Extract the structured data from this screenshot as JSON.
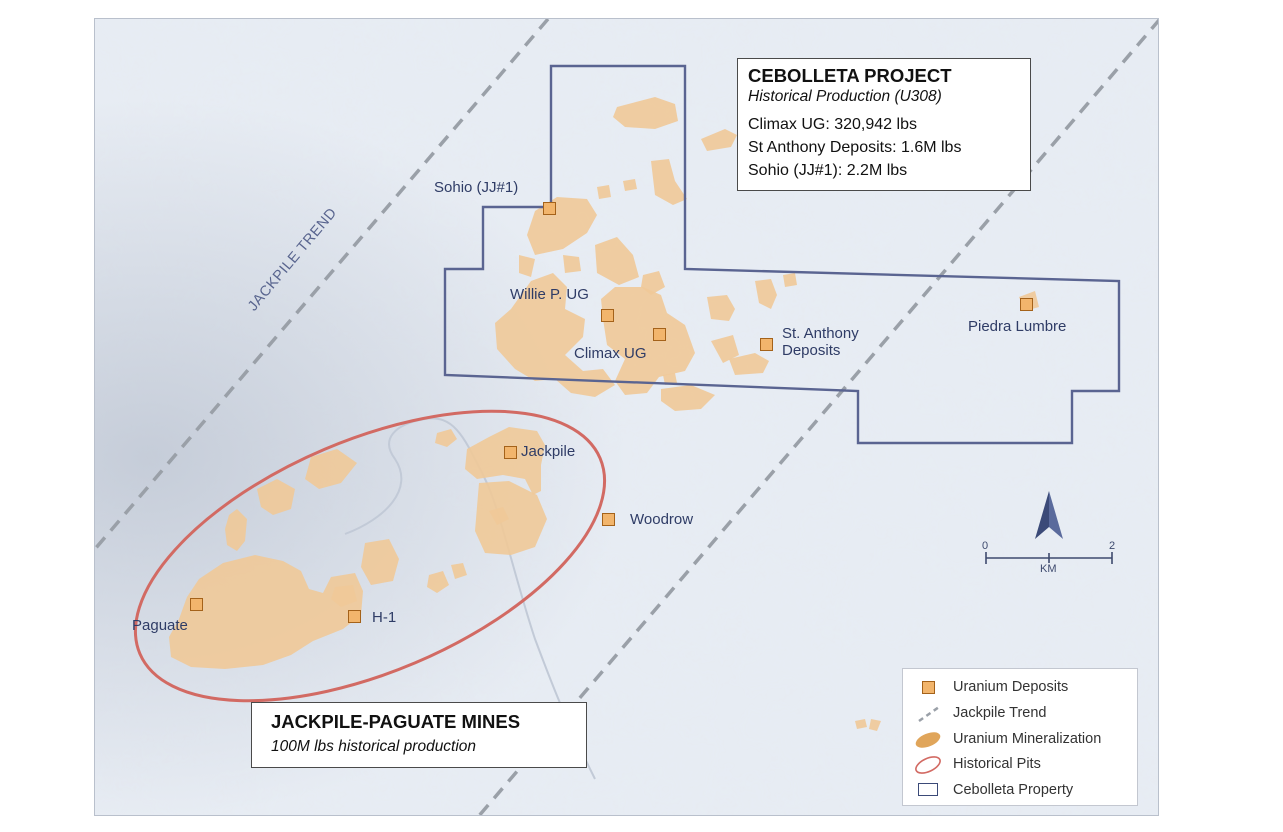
{
  "cebolleta_box": {
    "title": "CEBOLLETA PROJECT",
    "subtitle": "Historical Production (U308)",
    "rows": [
      "Climax UG: 320,942 lbs",
      "St Anthony Deposits: 1.6M lbs",
      "Sohio (JJ#1): 2.2M lbs"
    ]
  },
  "jackpile_box": {
    "title": "JACKPILE-PAGUATE MINES",
    "subtitle": "100M lbs historical production"
  },
  "trend_label": "JACKPILE TREND",
  "deposits": {
    "sohio": "Sohio (JJ#1)",
    "willie": "Willie P. UG",
    "climax": "Climax UG",
    "st_anthony_1": "St. Anthony",
    "st_anthony_2": "Deposits",
    "piedra": "Piedra Lumbre",
    "jackpile": "Jackpile",
    "woodrow": "Woodrow",
    "paguate": "Paguate",
    "h1": "H-1"
  },
  "scale": {
    "start": "0",
    "end": "2",
    "unit": "KM"
  },
  "legend": {
    "items": [
      {
        "label": "Uranium Deposits",
        "icon": "square-marker-icon"
      },
      {
        "label": "Jackpile Trend",
        "icon": "dashed-line-icon"
      },
      {
        "label": "Uranium Mineralization",
        "icon": "mineralization-blob-icon"
      },
      {
        "label": "Historical Pits",
        "icon": "pit-ellipse-icon"
      },
      {
        "label": "Cebolleta Property",
        "icon": "property-outline-icon"
      }
    ]
  },
  "colors": {
    "mineralization": "#f0c998",
    "marker_fill": "#f2b56c",
    "marker_border": "#a4621a",
    "property_outline": "#5a6491",
    "pit_ellipse": "#d26a63",
    "trend_line": "#9aa0a8",
    "label_text": "#2f3c66",
    "north_arrow": "#3b4a78"
  }
}
